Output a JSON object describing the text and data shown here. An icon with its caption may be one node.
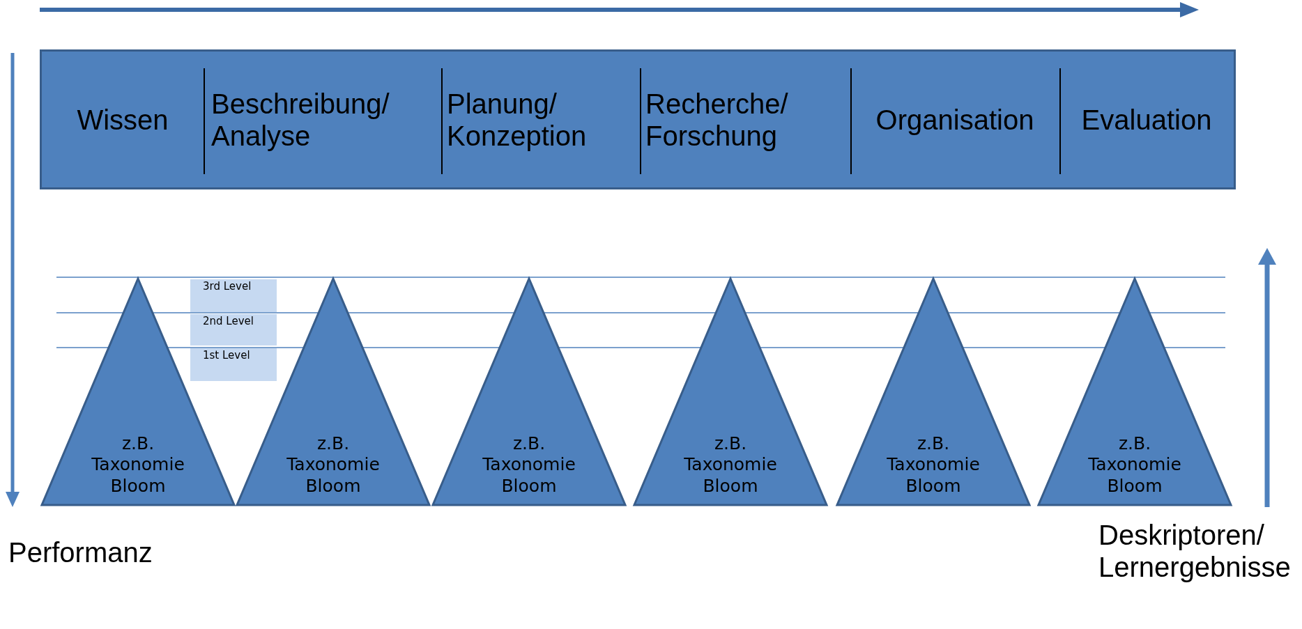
{
  "diagram": {
    "nodes": [
      {
        "text": [],
        "shape": "box"
      },
      {
        "text": [
          "Wissen"
        ],
        "in": 0
      },
      {
        "text": [
          "Beschreibung/ Analyse"
        ],
        "in": 0
      },
      {
        "text": [
          "Planung/ Konzeption"
        ],
        "in": 0
      },
      {
        "text": [
          "Recherche/ Forschung"
        ],
        "in": 0
      },
      {
        "text": [
          "Organisation"
        ],
        "in": 0
      },
      {
        "text": [
          "Evaluation"
        ],
        "in": 0
      },
      {
        "text": [
          "3rd Level"
        ]
      },
      {
        "text": [
          "2nd Level"
        ]
      },
      {
        "text": [
          "1st Level"
        ]
      },
      {
        "text": [
          "z.B. Taxonomie Bloom"
        ]
      },
      {
        "text": [
          "z.B. Taxonomie Bloom"
        ]
      },
      {
        "text": [
          "z.B. Taxonomie Bloom"
        ]
      },
      {
        "text": [
          "z.B. Taxonomie Bloom"
        ]
      },
      {
        "text": [
          "z.B. Taxonomie Bloom"
        ]
      },
      {
        "text": [
          "z.B. Taxonomie Bloom"
        ]
      }
    ],
    "labels": [
      "Performanz",
      "Deskriptoren/ Lernergebnisse"
    ]
  }
}
